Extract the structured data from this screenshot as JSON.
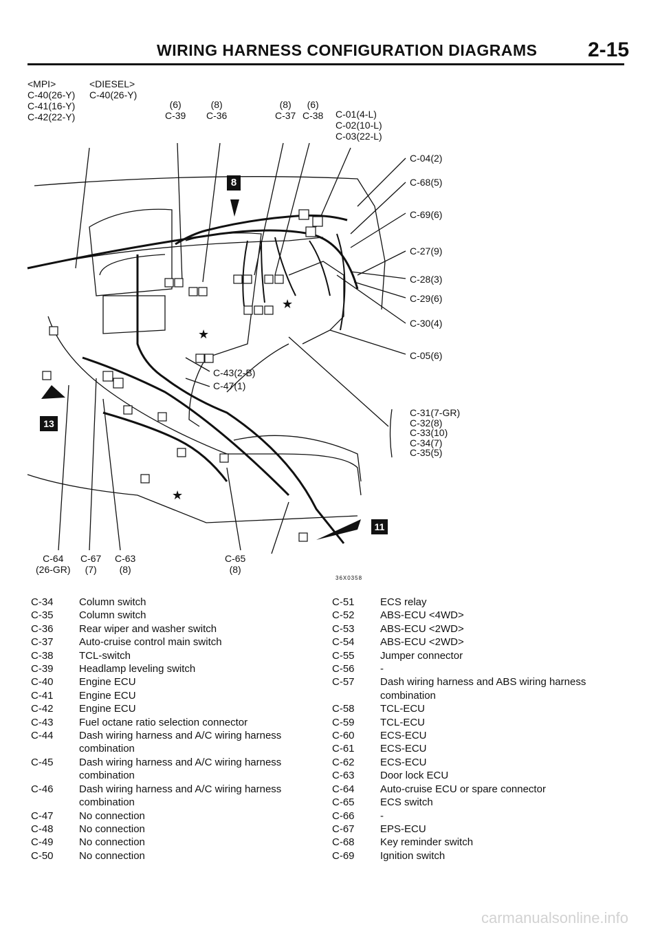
{
  "header": {
    "title": "WIRING HARNESS CONFIGURATION DIAGRAMS",
    "page": "2-15"
  },
  "diagram": {
    "figure_code": "36X0358",
    "group_mpi": [
      "<MPI>",
      "C-40(26-Y)",
      "C-41(16-Y)",
      "C-42(22-Y)"
    ],
    "group_diesel": [
      "<DIESEL>",
      "C-40(26-Y)"
    ],
    "top_labels": [
      [
        "(6)",
        "C-39"
      ],
      [
        "(8)",
        "C-36"
      ],
      [
        "(8)",
        "C-37"
      ],
      [
        "(6)",
        "C-38"
      ]
    ],
    "top_right_group": [
      "C-01(4-L)",
      "C-02(10-L)",
      "C-03(22-L)"
    ],
    "right_labels": [
      "C-04(2)",
      "C-68(5)",
      "C-69(6)",
      "C-27(9)",
      "C-28(3)",
      "C-29(6)",
      "C-30(4)",
      "C-05(6)"
    ],
    "middle_labels": [
      "C-43(2-B)",
      "C-47(1)"
    ],
    "right_group": [
      "C-31(7-GR)",
      "C-32(8)",
      "C-33(10)",
      "C-34(7)",
      "C-35(5)"
    ],
    "bottom_labels": [
      [
        "C-64",
        "(26-GR)"
      ],
      [
        "C-67",
        "(7)"
      ],
      [
        "C-63",
        "(8)"
      ],
      [
        "C-65",
        "(8)"
      ]
    ],
    "badges": [
      "8",
      "13",
      "11"
    ],
    "star": "★"
  },
  "legend_left": [
    {
      "code": "C-34",
      "desc": "Column switch"
    },
    {
      "code": "C-35",
      "desc": "Column switch"
    },
    {
      "code": "C-36",
      "desc": "Rear wiper and washer switch"
    },
    {
      "code": "C-37",
      "desc": "Auto-cruise control main switch"
    },
    {
      "code": "C-38",
      "desc": "TCL-switch"
    },
    {
      "code": "C-39",
      "desc": "Headlamp leveling switch"
    },
    {
      "code": "C-40",
      "desc": "Engine ECU"
    },
    {
      "code": "C-41",
      "desc": "Engine ECU"
    },
    {
      "code": "C-42",
      "desc": "Engine ECU"
    },
    {
      "code": "C-43",
      "desc": "Fuel octane ratio selection connector"
    },
    {
      "code": "C-44",
      "desc": "Dash wiring harness and A/C wiring harness",
      "cont": "combination"
    },
    {
      "code": "C-45",
      "desc": "Dash wiring harness and A/C wiring harness",
      "cont": "combination"
    },
    {
      "code": "C-46",
      "desc": "Dash wiring harness and A/C wiring harness",
      "cont": "combination"
    },
    {
      "code": "C-47",
      "desc": "No connection"
    },
    {
      "code": "C-48",
      "desc": "No connection"
    },
    {
      "code": "C-49",
      "desc": "No connection"
    },
    {
      "code": "C-50",
      "desc": "No connection"
    }
  ],
  "legend_right": [
    {
      "code": "C-51",
      "desc": "ECS relay"
    },
    {
      "code": "C-52",
      "desc": "ABS-ECU <4WD>"
    },
    {
      "code": "C-53",
      "desc": "ABS-ECU <2WD>"
    },
    {
      "code": "C-54",
      "desc": "ABS-ECU <2WD>"
    },
    {
      "code": "C-55",
      "desc": "Jumper connector"
    },
    {
      "code": "C-56",
      "desc": "-"
    },
    {
      "code": "C-57",
      "desc": "Dash wiring harness and ABS wiring harness",
      "cont": "combination"
    },
    {
      "code": "C-58",
      "desc": "TCL-ECU"
    },
    {
      "code": "C-59",
      "desc": "TCL-ECU"
    },
    {
      "code": "C-60",
      "desc": "ECS-ECU"
    },
    {
      "code": "C-61",
      "desc": "ECS-ECU"
    },
    {
      "code": "C-62",
      "desc": "ECS-ECU"
    },
    {
      "code": "C-63",
      "desc": "Door lock ECU"
    },
    {
      "code": "C-64",
      "desc": "Auto-cruise ECU or spare connector"
    },
    {
      "code": "C-65",
      "desc": "ECS switch"
    },
    {
      "code": "C-66",
      "desc": "-"
    },
    {
      "code": "C-67",
      "desc": "EPS-ECU"
    },
    {
      "code": "C-68",
      "desc": "Key reminder switch"
    },
    {
      "code": "C-69",
      "desc": "Ignition switch"
    }
  ],
  "watermark": "carmanualsonline.info"
}
